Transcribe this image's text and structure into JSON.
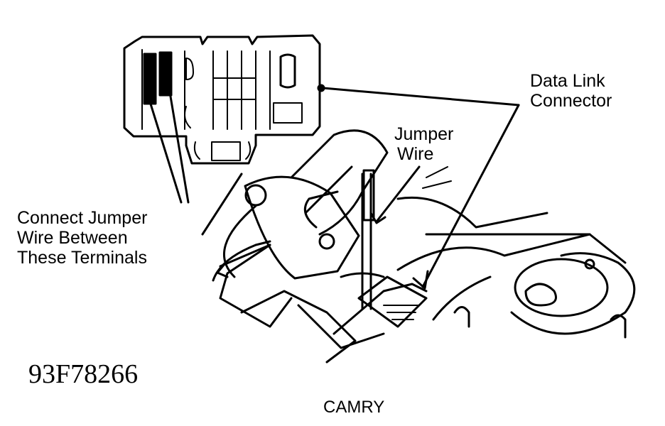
{
  "labels": {
    "data_link_connector": [
      "Data Link",
      "Connector"
    ],
    "jumper_wire": [
      "Jumper",
      "Wire"
    ],
    "connect_instruction": [
      "Connect Jumper",
      "Wire Between",
      "These Terminals"
    ]
  },
  "figure_code": "93F78266",
  "caption": "CAMRY",
  "colors": {
    "ink": "#000000",
    "paper": "#ffffff"
  }
}
